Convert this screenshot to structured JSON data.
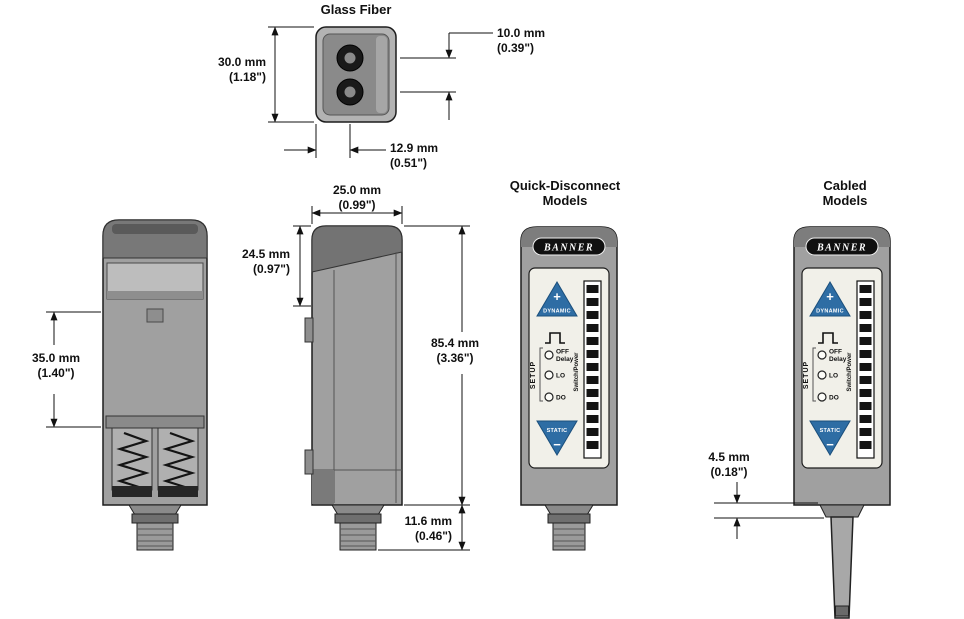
{
  "views": {
    "glass_fiber": {
      "title": "Glass Fiber"
    },
    "quick_disconnect": {
      "title_line1": "Quick-Disconnect",
      "title_line2": "Models"
    },
    "cabled": {
      "title_line1": "Cabled",
      "title_line2": "Models"
    }
  },
  "dimensions": {
    "fiber_height": {
      "mm": "30.0 mm",
      "in": "(1.18\")"
    },
    "port_spacing": {
      "mm": "10.0 mm",
      "in": "(0.39\")"
    },
    "port_offset": {
      "mm": "12.9 mm",
      "in": "(0.51\")"
    },
    "body_width": {
      "mm": "25.0 mm",
      "in": "(0.99\")"
    },
    "cap_height": {
      "mm": "24.5 mm",
      "in": "(0.97\")"
    },
    "window_height": {
      "mm": "35.0 mm",
      "in": "(1.40\")"
    },
    "body_height": {
      "mm": "85.4 mm",
      "in": "(3.36\")"
    },
    "connector_length": {
      "mm": "11.6 mm",
      "in": "(0.46\")"
    },
    "cable_step": {
      "mm": "4.5 mm",
      "in": "(0.18\")"
    }
  },
  "panel": {
    "brand": "BANNER",
    "plus": "+",
    "minus": "−",
    "dynamic": "DYNAMIC",
    "static": "STATIC",
    "setup": "SETUP",
    "led_off": "OFF",
    "led_delay": "Delay",
    "led_lo": "LO",
    "led_do": "DO",
    "bar_label": "Switch/Power"
  },
  "colors": {
    "accent_blue": "#2e6da4",
    "body_gray": "#a0a0a0",
    "dark_gray": "#737373",
    "panel_ivory": "#f1f0e9",
    "line": "#111111"
  }
}
